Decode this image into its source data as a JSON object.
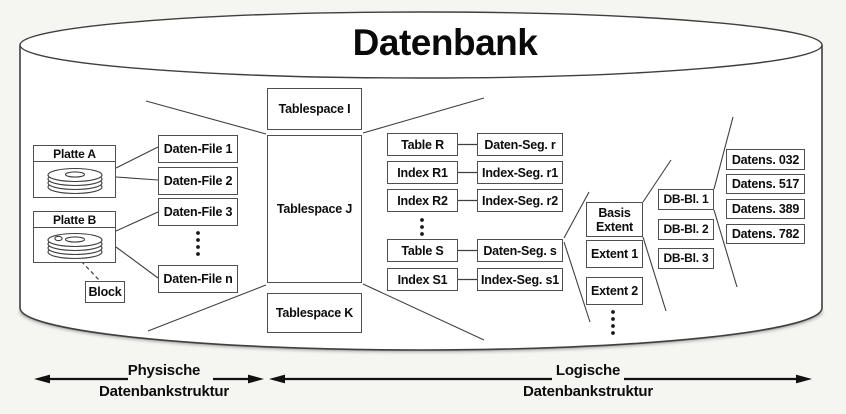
{
  "title": "Datenbank",
  "colors": {
    "background": "#f5f5f1",
    "line": "#3f3f3f",
    "box_border": "#4f4f4f",
    "box_background": "#ffffff",
    "text": "#0d0d0d"
  },
  "tablespaces": [
    "Tablespace I",
    "Tablespace J",
    "Tablespace K"
  ],
  "disks": [
    {
      "title": "Platte A",
      "icon": "disk-stack-icon"
    },
    {
      "title": "Platte B",
      "icon": "disk-stack-with-block-icon"
    }
  ],
  "block_label": "Block",
  "daten_files": [
    "Daten-File 1",
    "Daten-File 2",
    "Daten-File 3",
    "Daten-File n"
  ],
  "tables": [
    "Table R",
    "Index R1",
    "Index R2",
    "Table S",
    "Index S1"
  ],
  "segments": [
    "Daten-Seg. r",
    "Index-Seg. r1",
    "Index-Seg. r2",
    "Daten-Seg. s",
    "Index-Seg. s1"
  ],
  "extents": {
    "basis_line1": "Basis",
    "basis_line2": "Extent",
    "items": [
      "Extent 1",
      "Extent 2"
    ]
  },
  "db_blocks": [
    "DB-Bl. 1",
    "DB-Bl. 2",
    "DB-Bl. 3"
  ],
  "records": [
    "Datens. 032",
    "Datens. 517",
    "Datens. 389",
    "Datens. 782"
  ],
  "legend": {
    "physical": {
      "line1": "Physische",
      "line2": "Datenbankstruktur"
    },
    "logical": {
      "line1": "Logische",
      "line2": "Datenbankstruktur"
    }
  }
}
